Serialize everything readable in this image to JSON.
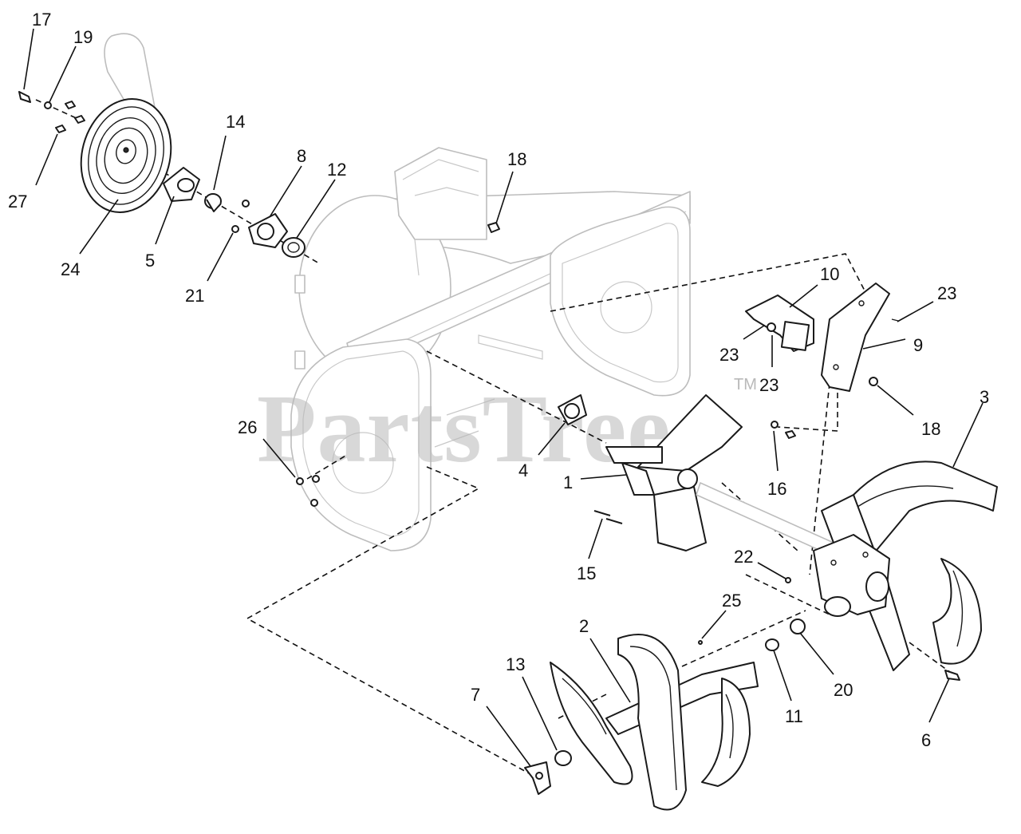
{
  "watermark": {
    "text": "PartsTree",
    "trademark": "TM"
  },
  "callouts": [
    {
      "id": "c17",
      "label": "17"
    },
    {
      "id": "c19",
      "label": "19"
    },
    {
      "id": "c27",
      "label": "27"
    },
    {
      "id": "c24",
      "label": "24"
    },
    {
      "id": "c5",
      "label": "5"
    },
    {
      "id": "c14",
      "label": "14"
    },
    {
      "id": "c21",
      "label": "21"
    },
    {
      "id": "c8",
      "label": "8"
    },
    {
      "id": "c12",
      "label": "12"
    },
    {
      "id": "c18a",
      "label": "18"
    },
    {
      "id": "c10",
      "label": "10"
    },
    {
      "id": "c23a",
      "label": "23"
    },
    {
      "id": "c23b",
      "label": "23"
    },
    {
      "id": "c23c",
      "label": "23"
    },
    {
      "id": "c9",
      "label": "9"
    },
    {
      "id": "c18b",
      "label": "18"
    },
    {
      "id": "c3",
      "label": "3"
    },
    {
      "id": "c16",
      "label": "16"
    },
    {
      "id": "c26",
      "label": "26"
    },
    {
      "id": "c4",
      "label": "4"
    },
    {
      "id": "c1",
      "label": "1"
    },
    {
      "id": "c15",
      "label": "15"
    },
    {
      "id": "c22",
      "label": "22"
    },
    {
      "id": "c25",
      "label": "25"
    },
    {
      "id": "c2",
      "label": "2"
    },
    {
      "id": "c13",
      "label": "13"
    },
    {
      "id": "c7",
      "label": "7"
    },
    {
      "id": "c11",
      "label": "11"
    },
    {
      "id": "c20",
      "label": "20"
    },
    {
      "id": "c6",
      "label": "6"
    }
  ]
}
